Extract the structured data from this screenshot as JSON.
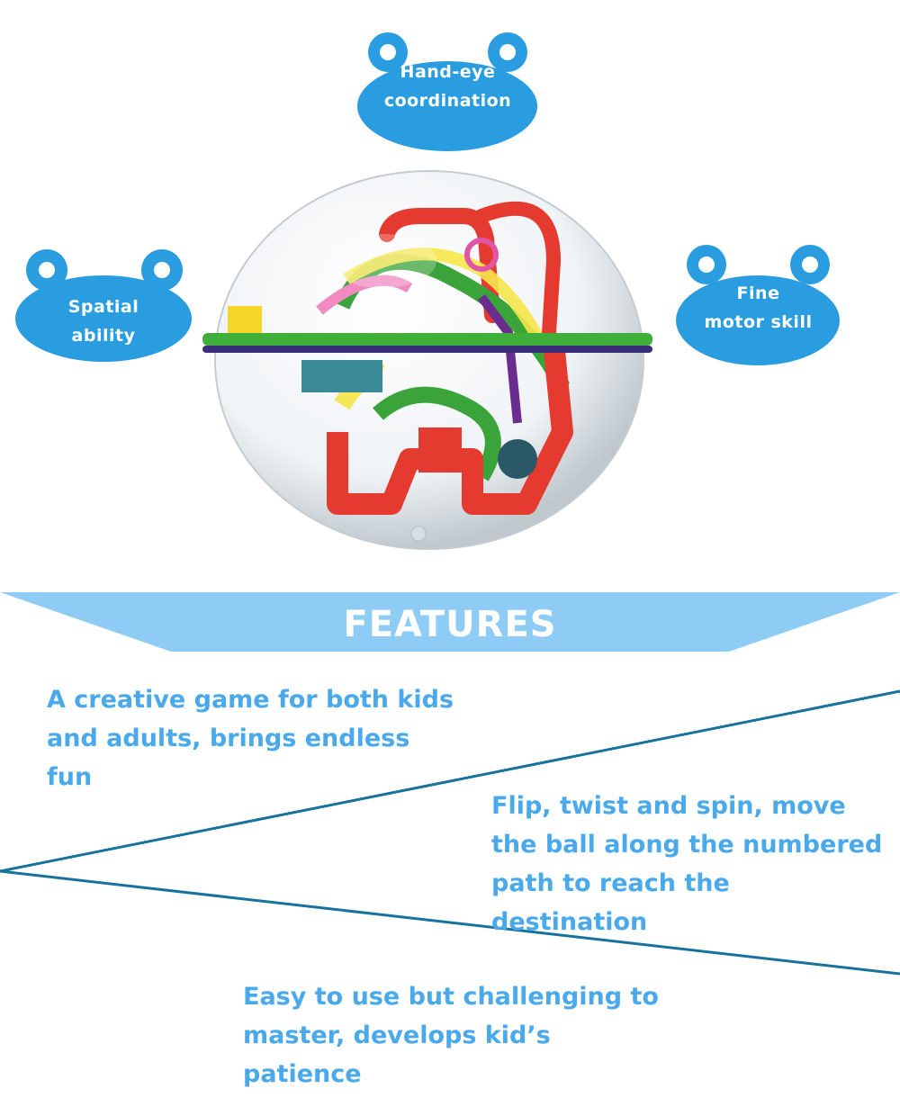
{
  "bubbles": {
    "hand_eye": "Hand-eye\ncoordination",
    "spatial": "Spatial\nability",
    "fine_motor": "Fine\nmotor  skill"
  },
  "product_image": "3D maze ball toy",
  "features": {
    "title": "FEATURES",
    "items": [
      "A creative game for both kids and adults, brings endless fun",
      "Flip, twist and spin, move the ball along the numbered path to reach the destination",
      "Easy to use but challenging to master, develops kid’s patience"
    ]
  },
  "colors": {
    "bubble_blue": "#2a9ce0",
    "banner_blue": "#8fccf5",
    "text_blue": "#4aa9ea",
    "line_blue": "#17729e"
  }
}
